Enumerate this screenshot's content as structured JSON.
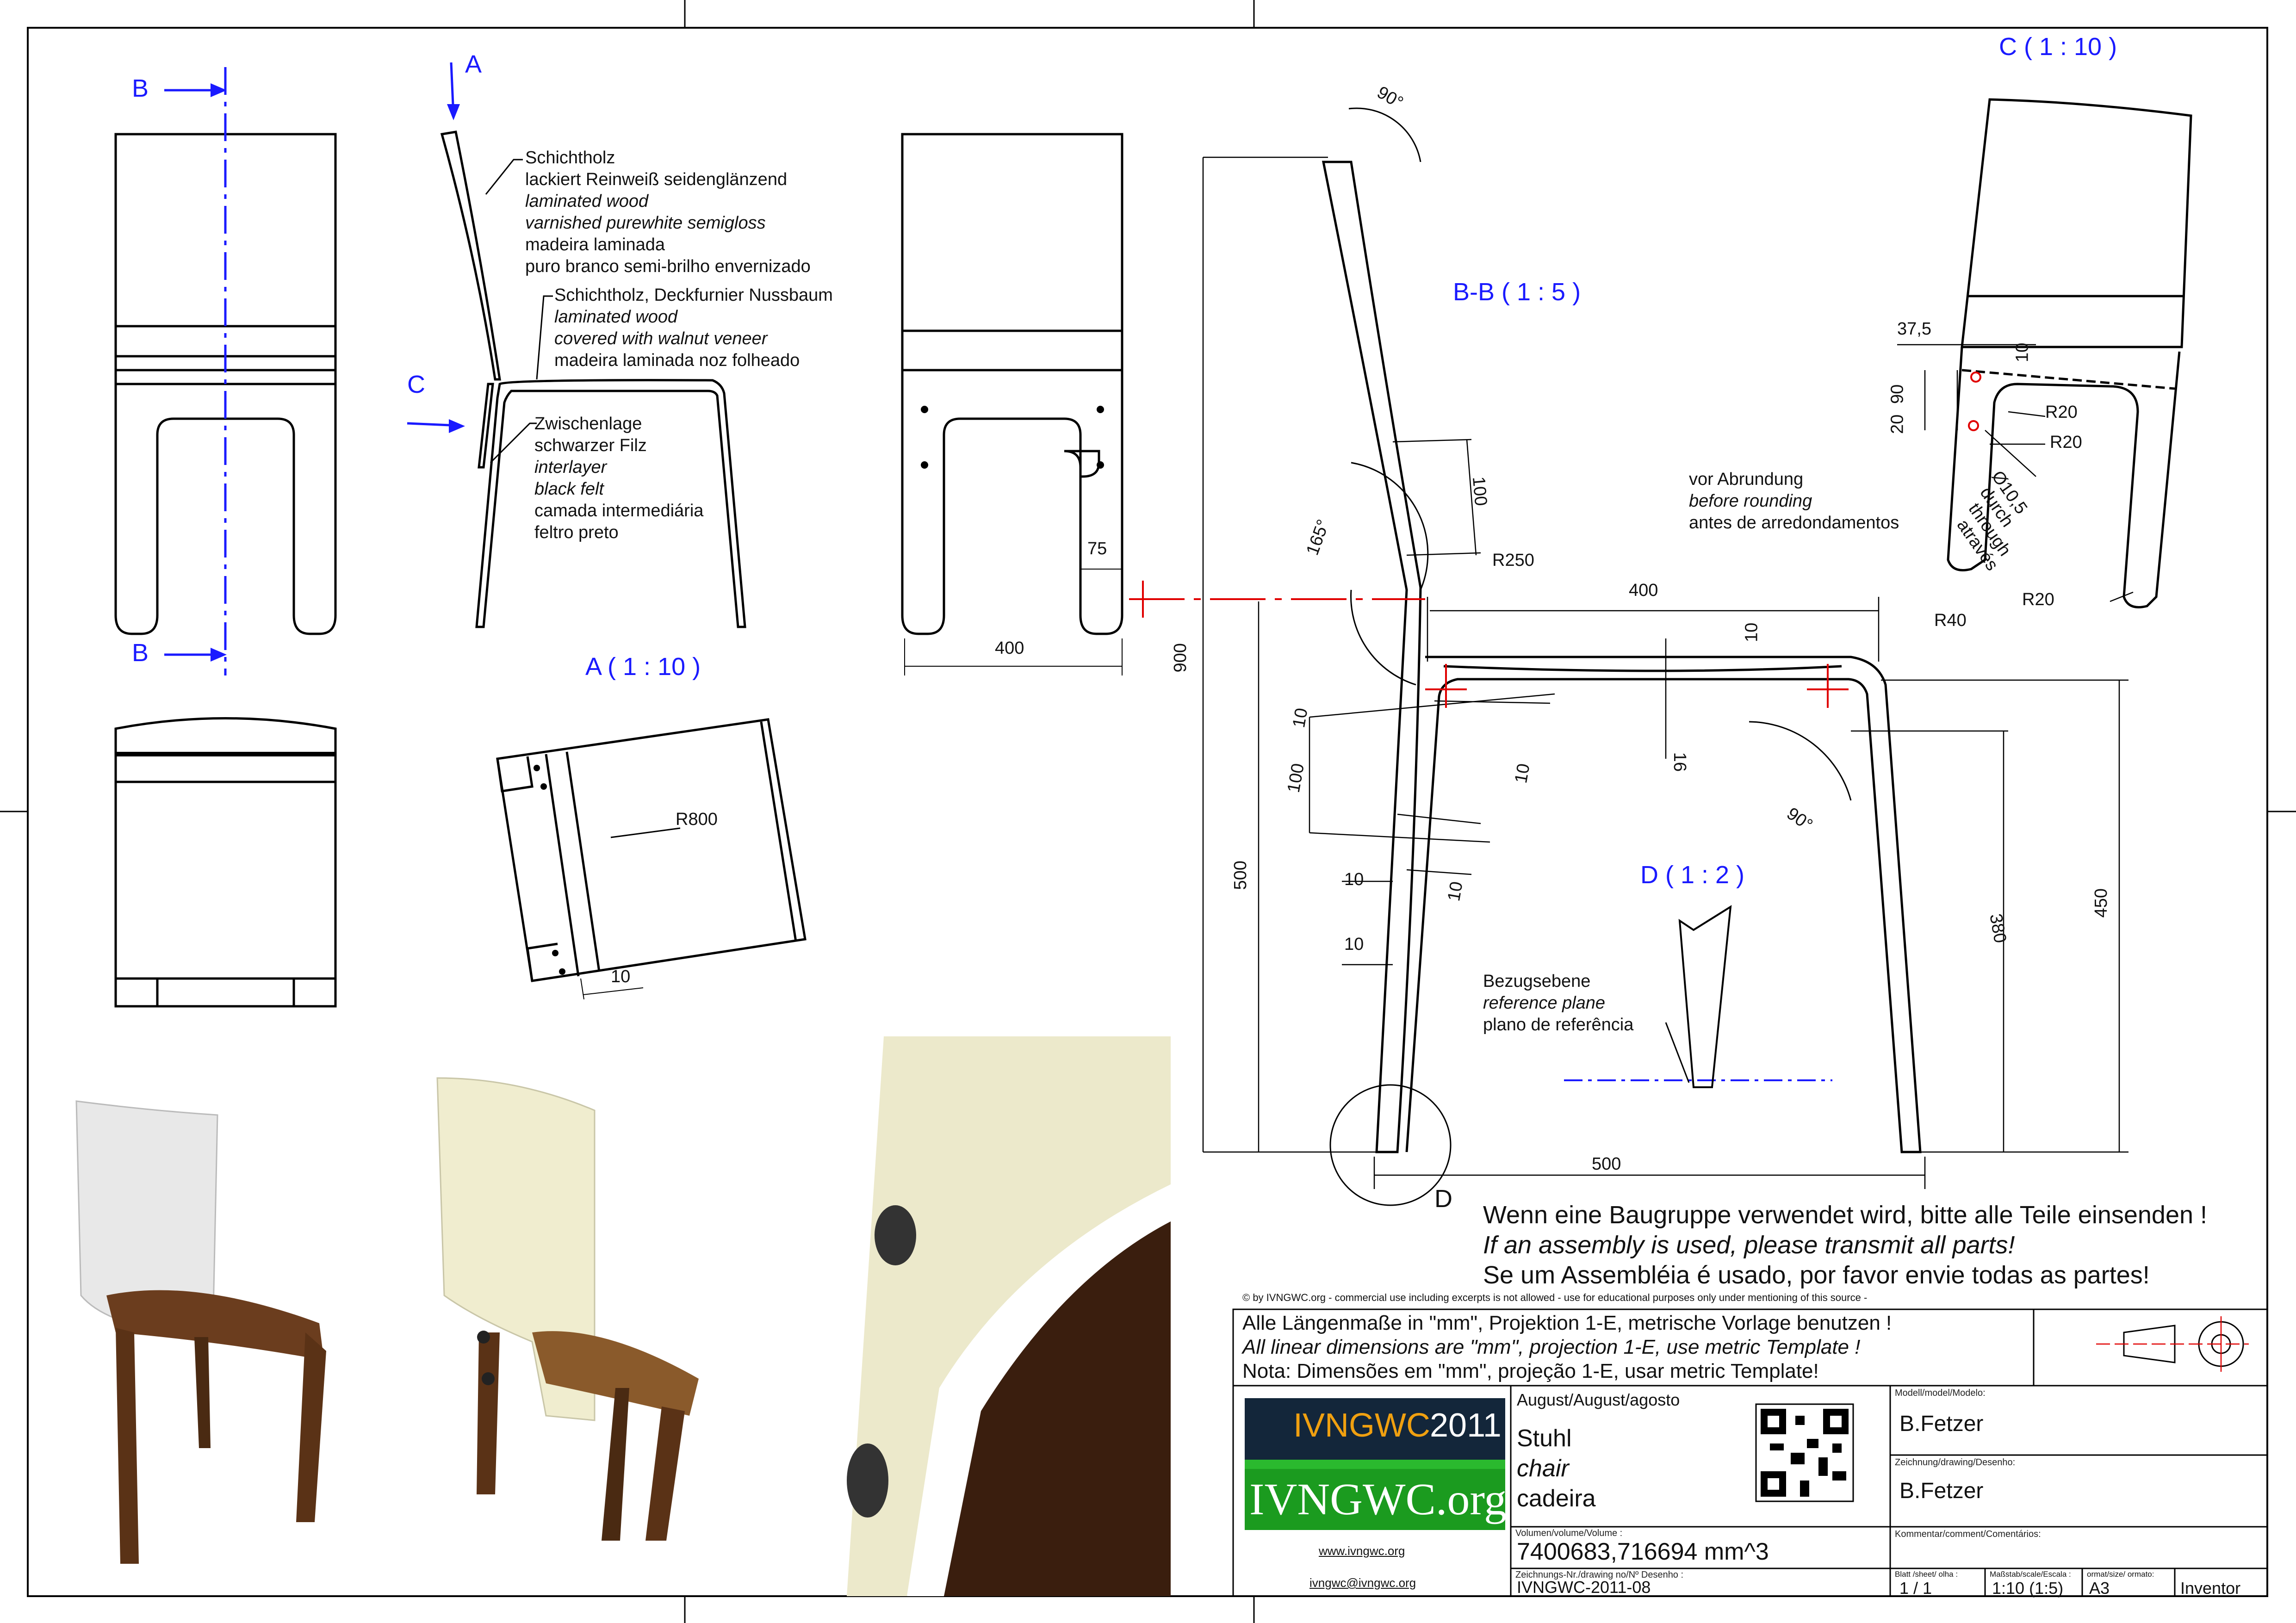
{
  "views": {
    "section_bb_arrow": "B",
    "view_a_arrow": "A",
    "view_c_arrow": "C",
    "view_a_title": "A ( 1 : 10 )",
    "section_bb_title": "B-B ( 1 : 5 )",
    "view_c_title": "C ( 1 : 10 )",
    "detail_d_title": "D ( 1 : 2 )",
    "detail_d_marker": "D"
  },
  "annotations": {
    "backrest": [
      "Schichtholz",
      "lackiert Reinweiß seidenglänzend",
      "laminated wood",
      "varnished purewhite semigloss",
      "madeira laminada",
      "puro branco semi-brilho envernizado"
    ],
    "seat": [
      "Schichtholz, Deckfurnier Nussbaum",
      "laminated wood",
      "covered with walnut veneer",
      "madeira laminada noz folheado"
    ],
    "interlayer": [
      "Zwischenlage",
      "schwarzer Filz",
      "interlayer",
      "black felt",
      "camada intermediária",
      "feltro preto"
    ],
    "rounding": [
      "vor Abrundung",
      "before rounding",
      "antes de arredondamentos"
    ],
    "reference": [
      "Bezugsebene",
      "reference plane",
      "plano de referência"
    ]
  },
  "dimensions": {
    "front_width": "400",
    "front_leg": "75",
    "a_radius": "R800",
    "a_10": "10",
    "angle_top": "90°",
    "angle_back": "165°",
    "angle_leg": "90°",
    "d100_top": "100",
    "r250": "R250",
    "h900": "900",
    "w400_seat": "400",
    "seat_10": "10",
    "r40": "R40",
    "t16": "16",
    "s10a": "10",
    "s100": "100",
    "s10b": "10",
    "s10c": "10",
    "s10d": "10",
    "s10e": "10",
    "h500": "500",
    "h380": "380",
    "h450": "450",
    "w500": "500",
    "c375": "37,5",
    "c10": "10",
    "c20": "20",
    "c90": "90",
    "cr20a": "R20",
    "cr20b": "R20",
    "cr20c": "R20",
    "hole": [
      "Ø10,5",
      "durch",
      "through",
      "através"
    ]
  },
  "notice": [
    "Wenn eine Baugruppe verwendet wird, bitte alle Teile einsenden !",
    "If an assembly is used, please transmit all parts!",
    "Se um Assembléia é usado, por favor envie todas as partes!"
  ],
  "title_block": {
    "copyright": "© by IVNGWC.org - commercial use including excerpts is not allowed - use for educational purposes only under mentioning of this source -",
    "general_notes": [
      "Alle Längenmaße in \"mm\", Projektion 1-E, metrische Vorlage benutzen !",
      "All linear dimensions are \"mm\", projection 1-E, use metric Template !",
      "Nota: Dimensões em \"mm\", projeção 1-E, usar metric Template!"
    ],
    "logo_name": "IVNGWC",
    "logo_year": "2011",
    "logo_org": "IVNGWC.org",
    "website": "www.ivngwc.org",
    "email": "ivngwc@ivngwc.org",
    "date": "August/August/agosto",
    "part_name": [
      "Stuhl",
      "chair",
      "cadeira"
    ],
    "volume_label": "Volumen/volume/Volume :",
    "volume": "7400683,716694 mm^3",
    "drawing_no_label": "Zeichnungs-Nr./drawing no/Nº Desenho :",
    "drawing_no": "IVNGWC-2011-08",
    "model_label": "Modell/model/Modelo:",
    "model_author": "B.Fetzer",
    "drawing_label": "Zeichnung/drawing/Desenho:",
    "drawing_author": "B.Fetzer",
    "comment_label": "Kommentar/comment/Comentários:",
    "sheet_label": "Blatt /sheet/ olha :",
    "sheet": "1  /  1",
    "scale_label": "Maßstab/scale/Escala :",
    "scale": "1:10 (1:5)",
    "format_label": "ormat/size/ ormato:",
    "format": "A3",
    "software": "Inventor"
  }
}
